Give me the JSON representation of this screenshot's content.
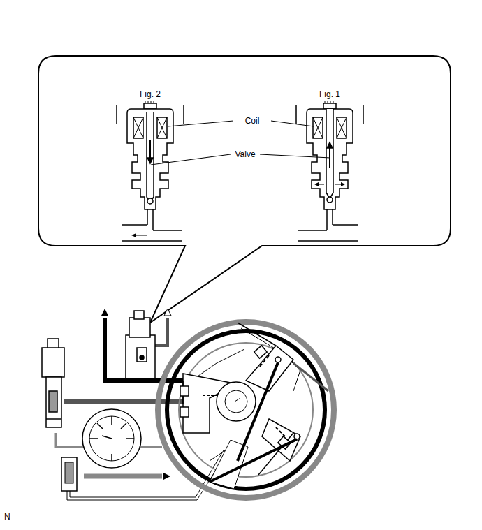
{
  "diagram": {
    "labels": [
      "Fig. 2",
      "Fig. 1",
      "Coil",
      "Valve",
      "N"
    ]
  }
}
